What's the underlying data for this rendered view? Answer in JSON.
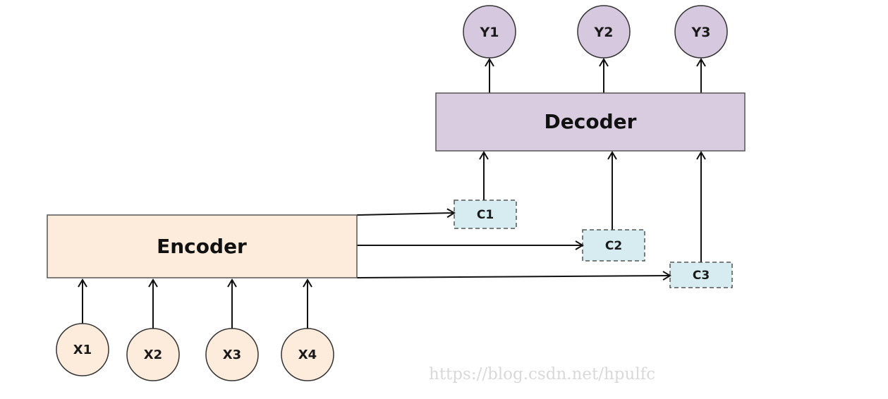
{
  "encoder": {
    "label": "Encoder",
    "fill": "#fdebdc",
    "stroke": "#555555"
  },
  "decoder": {
    "label": "Decoder",
    "fill": "#d9cce0",
    "stroke": "#555555"
  },
  "inputs": [
    {
      "label": "X1"
    },
    {
      "label": "X2"
    },
    {
      "label": "X3"
    },
    {
      "label": "X4"
    }
  ],
  "outputs": [
    {
      "label": "Y1"
    },
    {
      "label": "Y2"
    },
    {
      "label": "Y3"
    }
  ],
  "contexts": [
    {
      "label": "C1"
    },
    {
      "label": "C2"
    },
    {
      "label": "C3"
    }
  ],
  "colors": {
    "input_fill": "#fdebdc",
    "output_fill": "#d6c8de",
    "context_fill": "#d6ecf0",
    "context_stroke": "#555555",
    "node_stroke": "#333333",
    "arrow": "#111111"
  },
  "watermark": "https://blog.csdn.net/hpulfc"
}
